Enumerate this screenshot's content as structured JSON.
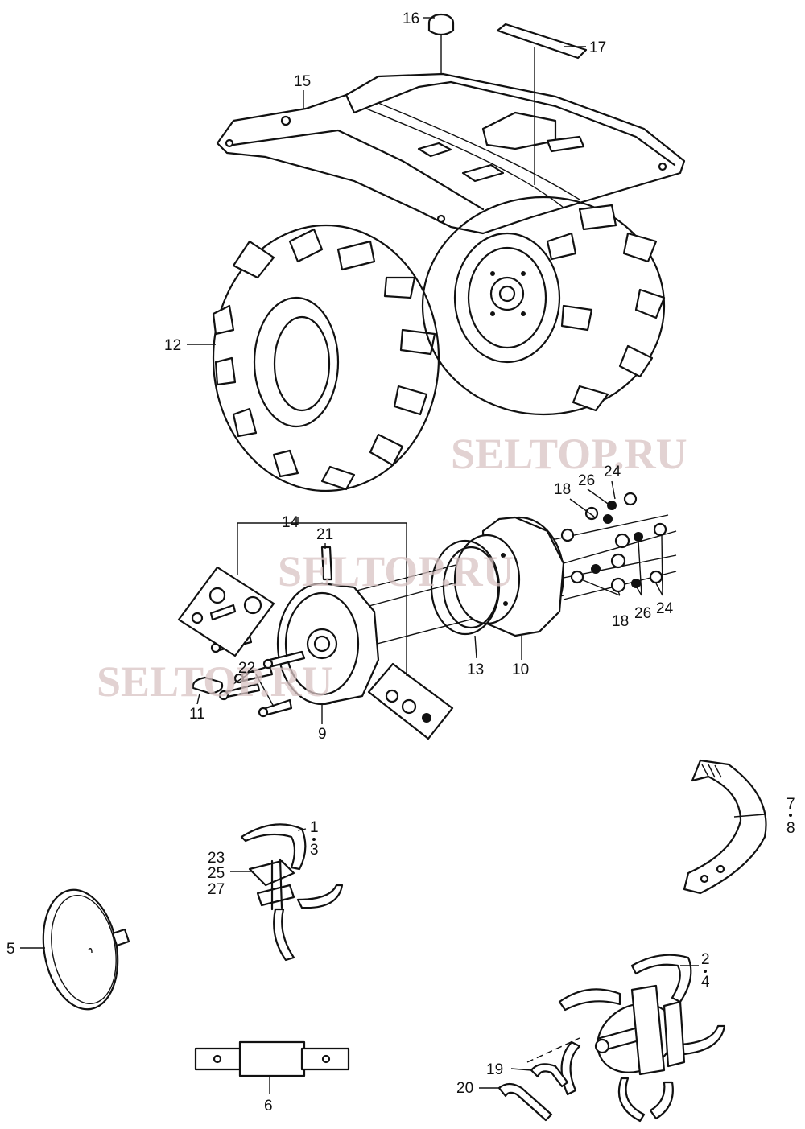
{
  "watermark": "SELTOP.RU",
  "labels": {
    "p1": "1",
    "p2": "2",
    "p3": "3",
    "p4": "4",
    "p5": "5",
    "p6": "6",
    "p7": "7",
    "p8": "8",
    "p9": "9",
    "p10": "10",
    "p11": "11",
    "p12": "12",
    "p13": "13",
    "p14": "14",
    "p15": "15",
    "p16": "16",
    "p17": "17",
    "p18": "18",
    "p19": "19",
    "p20": "20",
    "p21": "21",
    "p22": "22",
    "p23": "23",
    "p24": "24",
    "p25": "25",
    "p26": "26",
    "p27": "27"
  },
  "colors": {
    "ink": "#111111",
    "watermark": "#d9c4c4",
    "paper": "#ffffff"
  }
}
